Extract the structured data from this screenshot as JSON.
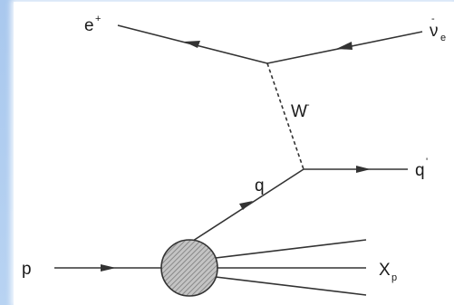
{
  "diagram": {
    "labels": {
      "positron": "e",
      "positron_charge": "+",
      "antineutrino": "ν",
      "antineutrino_bar": "-",
      "antineutrino_flavor": "e",
      "boson": "W",
      "boson_charge": "-",
      "quark_in": "q",
      "quark_out": "q",
      "quark_out_prime": "'",
      "proton": "p",
      "remnant": "X",
      "remnant_sub": "p"
    },
    "colors": {
      "background_band": "#a9c8ee",
      "panel": "#ffffff",
      "lines": "#333333",
      "blob_fill": "#bdbdbd"
    }
  }
}
